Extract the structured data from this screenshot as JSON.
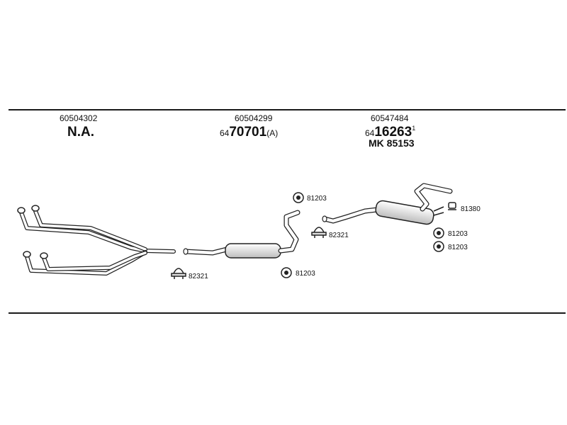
{
  "groups": [
    {
      "part_number": "60504302",
      "ref_main": "N.A.",
      "ref_prefix": "",
      "ref_suffix": "",
      "ref_sup": "",
      "sub": ""
    },
    {
      "part_number": "60504299",
      "ref_prefix": "64",
      "ref_main": "70701",
      "ref_suffix": "(A)",
      "ref_sup": "",
      "sub": ""
    },
    {
      "part_number": "60547484",
      "ref_prefix": "64",
      "ref_main": "16263",
      "ref_suffix": "",
      "ref_sup": "1",
      "sub": "MK  85153"
    }
  ],
  "hardware": [
    {
      "code": "82321",
      "kind": "clamp"
    },
    {
      "code": "81203",
      "kind": "rubber-mount"
    },
    {
      "code": "81203",
      "kind": "rubber-mount"
    },
    {
      "code": "82321",
      "kind": "clamp"
    },
    {
      "code": "81380",
      "kind": "bracket"
    },
    {
      "code": "81203",
      "kind": "rubber-mount"
    },
    {
      "code": "81203",
      "kind": "rubber-mount"
    }
  ],
  "colors": {
    "line": "#1a1a1a",
    "part_stroke": "#222222",
    "part_fill": "#ffffff",
    "shade": "#cfcfcf"
  }
}
